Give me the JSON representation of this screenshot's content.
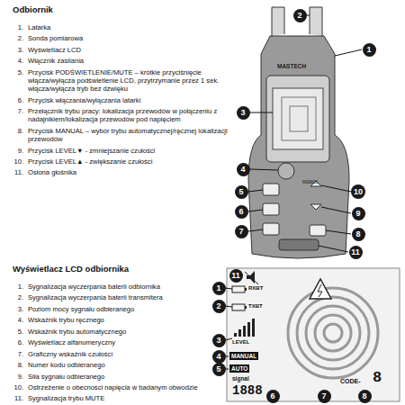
{
  "diagram": {
    "title": "Odbiornik",
    "nodes": [
      {
        "text": [
          "2"
        ]
      },
      {
        "text": [
          "1"
        ]
      },
      {
        "text": [
          "3"
        ]
      },
      {
        "text": [
          "4"
        ]
      },
      {
        "text": [
          "5"
        ]
      },
      {
        "text": [
          "10"
        ]
      },
      {
        "text": [
          "6"
        ]
      },
      {
        "text": [
          "9"
        ]
      },
      {
        "text": [
          "7"
        ]
      },
      {
        "text": [
          "8"
        ]
      },
      {
        "text": [
          "11"
        ]
      },
      {
        "text": [
          "11"
        ]
      },
      {
        "text": [
          "1"
        ]
      },
      {
        "text": [
          "2"
        ]
      },
      {
        "text": [
          "3"
        ]
      },
      {
        "text": [
          "4"
        ]
      },
      {
        "text": [
          "5"
        ]
      },
      {
        "text": [
          "6"
        ]
      },
      {
        "text": [
          "7"
        ]
      },
      {
        "text": [
          "8"
        ]
      },
      {
        "text": [
          "MANUAL"
        ]
      },
      {
        "text": [
          "AUTO"
        ]
      }
    ],
    "labels": [
      "Wyświetlacz LCD odbiornika",
      "1.",
      "2.",
      "3.",
      "4.",
      "5.",
      "6.",
      "7.",
      "8.",
      "9.",
      "10.",
      "11.",
      "Latarka",
      "Sonda pomiarowa",
      "Wyświetlacz LCD",
      "Włącznik zasilania",
      "Przycisk PODŚWIETLENIE/MUTE – krótkie przyciśnięcie włącza/wyłącza podświetlenie LCD, przytrzymanie przez 1 sek. włącza/wyłącza tryb bez dźwięku",
      "Przycisk włączania/wyłączania latarki",
      "Przełącznik trybu pracy: lokalizacja przewodów w połączeniu z nadajnikiem/lokalizacja przewodów pod napięciem",
      "Przycisk MANUAL – wybór trybu automatycznej/ręcznej lokalizacji przewodów",
      "Przycisk LEVEL▼ - zmniejszanie czułości",
      "Przycisk LEVEL▲ - zwiększanie czułości",
      "Osłona głośnika",
      "1.",
      "2.",
      "3.",
      "4.",
      "5.",
      "6.",
      "7.",
      "8.",
      "9.",
      "10.",
      "11.",
      "Sygnalizacja wyczerpania baterii odbiornika",
      "Sygnalizacja wyczerpania baterii transmitera",
      "Poziom mocy sygnału odbieranego",
      "Wskaźnik trybu ręcznego",
      "Wskaźnik trybu automatycznego",
      "Wyświetlacz alfanumeryczny",
      "Graficzny wskaźnik czułości",
      "Numer kodu odbieranego",
      "Siła sygnału odbieranego",
      "Ostrzeżenie o obecności napięcia w badanym obwodzie",
      "Sygnalizacja trybu MUTE",
      "MASTECH",
      "MS6818",
      "RXBT",
      "TXBT",
      "LEVEL",
      "signal",
      "1888",
      "CODE-",
      "8"
    ]
  }
}
